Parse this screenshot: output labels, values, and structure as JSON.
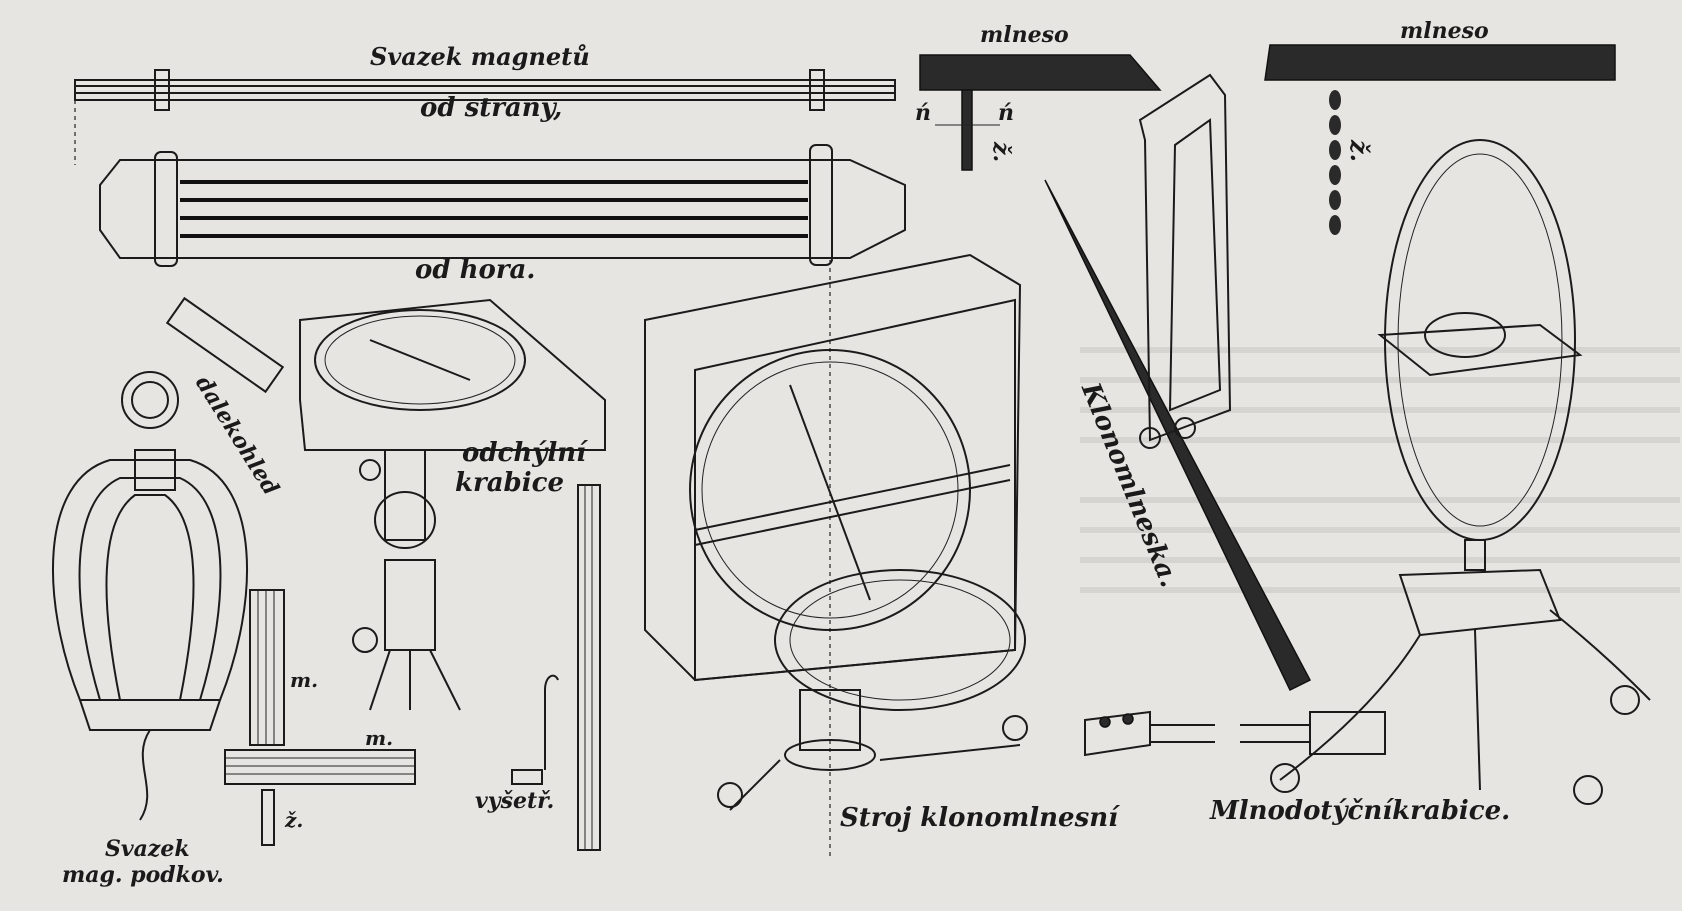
{
  "labels": {
    "svazek_magnetu": "Svazek magnetů",
    "od_strany": "od strany,",
    "od_hora": "od hora.",
    "mlneso_1": "mlneso",
    "mlneso_2": "mlneso",
    "n_left": "ń",
    "n_right": "ń",
    "z_small_1": "ž.",
    "z_small_2": "ž.",
    "dalekohled": "dalekohled",
    "odchylni": "odchýlní",
    "krabice": "krabice",
    "klonomlneska": "Klonomlneska.",
    "m_1": "m.",
    "m_2": "m.",
    "z_3": "ž.",
    "vysetr": "vyšetř.",
    "svazek": "Svazek",
    "mag_podkov": "mag. podkov.",
    "stroj": "Stroj klonomlnesní",
    "mlnodot": "Mlnodotýčníkrabice."
  },
  "colors": {
    "paper": "#e6e5e2",
    "ink": "#1b1b1b"
  }
}
